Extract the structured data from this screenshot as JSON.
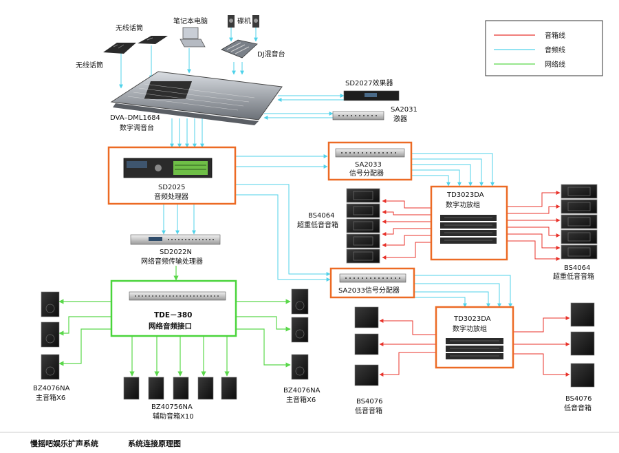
{
  "legend": {
    "speaker_line": "音箱线",
    "audio_line": "音频线",
    "network_line": "网络线",
    "colors": {
      "speaker": "#e8322a",
      "audio": "#4fd2ea",
      "network": "#5ad84a"
    }
  },
  "box_colors": {
    "orange": "#ec6a24",
    "green": "#49d43a"
  },
  "labels": {
    "wireless_mic_1": "无线话筒",
    "wireless_mic_2": "无线话筒",
    "laptop": "笔记本电脑",
    "turntable": "碟机",
    "dj_mixer": "DJ混音台",
    "dva_model": "DVA–DML1684",
    "dva_name": "数字调音台",
    "sd2027": "SD2027效果器",
    "sa2031_model": "SA2031",
    "sa2031_name": "激器",
    "sd2025_model": "SD2025",
    "sd2025_name": "音频处理器",
    "sa2033_top_model": "SA2033",
    "sa2033_top_name": "信号分配器",
    "td3023_top_model": "TD3023DA",
    "td3023_top_name": "数字功放组",
    "bs4064_left_model": "BS4064",
    "bs4064_left_name": "超重低音音箱",
    "bs4064_right_model": "BS4064",
    "bs4064_right_name": "超重低音音箱",
    "sd2022_model": "SD2022N",
    "sd2022_name": "网络音频传输处理器",
    "sa2033_bottom": "SA2033信号分配器",
    "tde_model": "TDE－380",
    "tde_name": "网络音频接口",
    "td3023_bottom_model": "TD3023DA",
    "td3023_bottom_name": "数字功放组",
    "bz4076_left_model": "BZ4076NA",
    "bz4076_left_name": "主音箱X6",
    "bz40756_model": "BZ40756NA",
    "bz40756_name": "辅助音箱X10",
    "bz4076_right_model": "BZ4076NA",
    "bz4076_right_name": "主音箱X6",
    "bs4076_left_model": "BS4076",
    "bs4076_left_name": "低音音箱",
    "bs4076_right_model": "BS4076",
    "bs4076_right_name": "低音音箱"
  },
  "footer": {
    "venue": "慢摇吧娱乐扩声系统",
    "title": "系统连接原理图"
  }
}
